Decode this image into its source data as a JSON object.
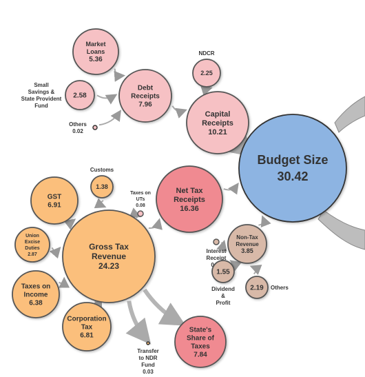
{
  "nodes": {
    "market_loans": {
      "lines": [
        "Market",
        "Loans"
      ],
      "value": "5.36",
      "fill": "#f6c1c4",
      "stroke": "#555"
    },
    "small_savings": {
      "lines": [
        "Small",
        "Savings &",
        "State Provident",
        "Fund"
      ],
      "value": "2.58",
      "fill": "#f6c1c4",
      "stroke": "#555"
    },
    "others_debt": {
      "lines": [
        "Others"
      ],
      "value": "0.02",
      "fill": "#f6c1c4",
      "stroke": "#333"
    },
    "debt_receipts": {
      "lines": [
        "Debt",
        "Receipts"
      ],
      "value": "7.96",
      "fill": "#f6c1c4",
      "stroke": "#555"
    },
    "ndcr": {
      "lines": [
        "NDCR"
      ],
      "value": "2.25",
      "fill": "#f6c1c4",
      "stroke": "#555"
    },
    "capital_receipts": {
      "lines": [
        "Capital",
        "Receipts"
      ],
      "value": "10.21",
      "fill": "#f6c1c4",
      "stroke": "#555"
    },
    "budget_size": {
      "lines": [
        "Budget Size"
      ],
      "value": "30.42",
      "fill": "#8db4e2",
      "stroke": "#333"
    },
    "customs": {
      "lines": [
        "Customs"
      ],
      "value": "1.38",
      "fill": "#fbbf7b",
      "stroke": "#555"
    },
    "taxes_on_uts": {
      "lines": [
        "Taxes on",
        "UTs"
      ],
      "value": "0.08",
      "fill": "#f6c1c4",
      "stroke": "#555"
    },
    "net_tax_receipts": {
      "lines": [
        "Net Tax",
        "Receipts"
      ],
      "value": "16.36",
      "fill": "#f08a91",
      "stroke": "#555"
    },
    "gst": {
      "lines": [
        "GST"
      ],
      "value": "6.91",
      "fill": "#fbbf7b",
      "stroke": "#555"
    },
    "union_excise": {
      "lines": [
        "Union",
        "Excise",
        "Duties"
      ],
      "value": "2.87",
      "fill": "#fbbf7b",
      "stroke": "#555"
    },
    "gross_tax_revenue": {
      "lines": [
        "Gross Tax",
        "Revenue"
      ],
      "value": "24.23",
      "fill": "#fbbf7b",
      "stroke": "#555"
    },
    "interest_receipt": {
      "lines": [
        "Interest",
        "Receipt"
      ],
      "value": "0.11",
      "fill": "#d8b9a8",
      "stroke": "#555"
    },
    "non_tax_revenue": {
      "lines": [
        "Non-Tax",
        "Revenue"
      ],
      "value": "3.85",
      "fill": "#d8b9a8",
      "stroke": "#555"
    },
    "dividend_profit": {
      "lines": [
        "Dividend",
        "&",
        "Profit"
      ],
      "value": "1.55",
      "fill": "#d8b9a8",
      "stroke": "#555"
    },
    "others_nontax": {
      "lines": [
        "Others"
      ],
      "value": "2.19",
      "fill": "#d8b9a8",
      "stroke": "#555"
    },
    "taxes_on_income": {
      "lines": [
        "Taxes on",
        "Income"
      ],
      "value": "6.38",
      "fill": "#fbbf7b",
      "stroke": "#555"
    },
    "corporation_tax": {
      "lines": [
        "Corporation",
        "Tax"
      ],
      "value": "6.81",
      "fill": "#fbbf7b",
      "stroke": "#555"
    },
    "transfer_ndr": {
      "lines": [
        "Transfer",
        "to NDR",
        "Fund"
      ],
      "value": "0.03",
      "fill": "#fbbf7b",
      "stroke": "#333"
    },
    "states_share": {
      "lines": [
        "State's",
        "Share of",
        "Taxes"
      ],
      "value": "7.84",
      "fill": "#f08a91",
      "stroke": "#555"
    }
  },
  "edges": [
    [
      "market_loans",
      "debt_receipts"
    ],
    [
      "small_savings",
      "debt_receipts"
    ],
    [
      "others_debt",
      "debt_receipts"
    ],
    [
      "debt_receipts",
      "capital_receipts"
    ],
    [
      "ndcr",
      "capital_receipts"
    ],
    [
      "capital_receipts",
      "budget_size"
    ],
    [
      "customs",
      "gross_tax_revenue"
    ],
    [
      "taxes_on_uts",
      "gross_tax_revenue"
    ],
    [
      "gst",
      "gross_tax_revenue"
    ],
    [
      "union_excise",
      "gross_tax_revenue"
    ],
    [
      "taxes_on_income",
      "gross_tax_revenue"
    ],
    [
      "corporation_tax",
      "gross_tax_revenue"
    ],
    [
      "gross_tax_revenue",
      "net_tax_receipts"
    ],
    [
      "gross_tax_revenue",
      "transfer_ndr"
    ],
    [
      "gross_tax_revenue",
      "states_share"
    ],
    [
      "net_tax_receipts",
      "budget_size"
    ],
    [
      "non_tax_revenue",
      "budget_size"
    ],
    [
      "interest_receipt",
      "non_tax_revenue"
    ],
    [
      "dividend_profit",
      "non_tax_revenue"
    ],
    [
      "others_nontax",
      "non_tax_revenue"
    ]
  ]
}
